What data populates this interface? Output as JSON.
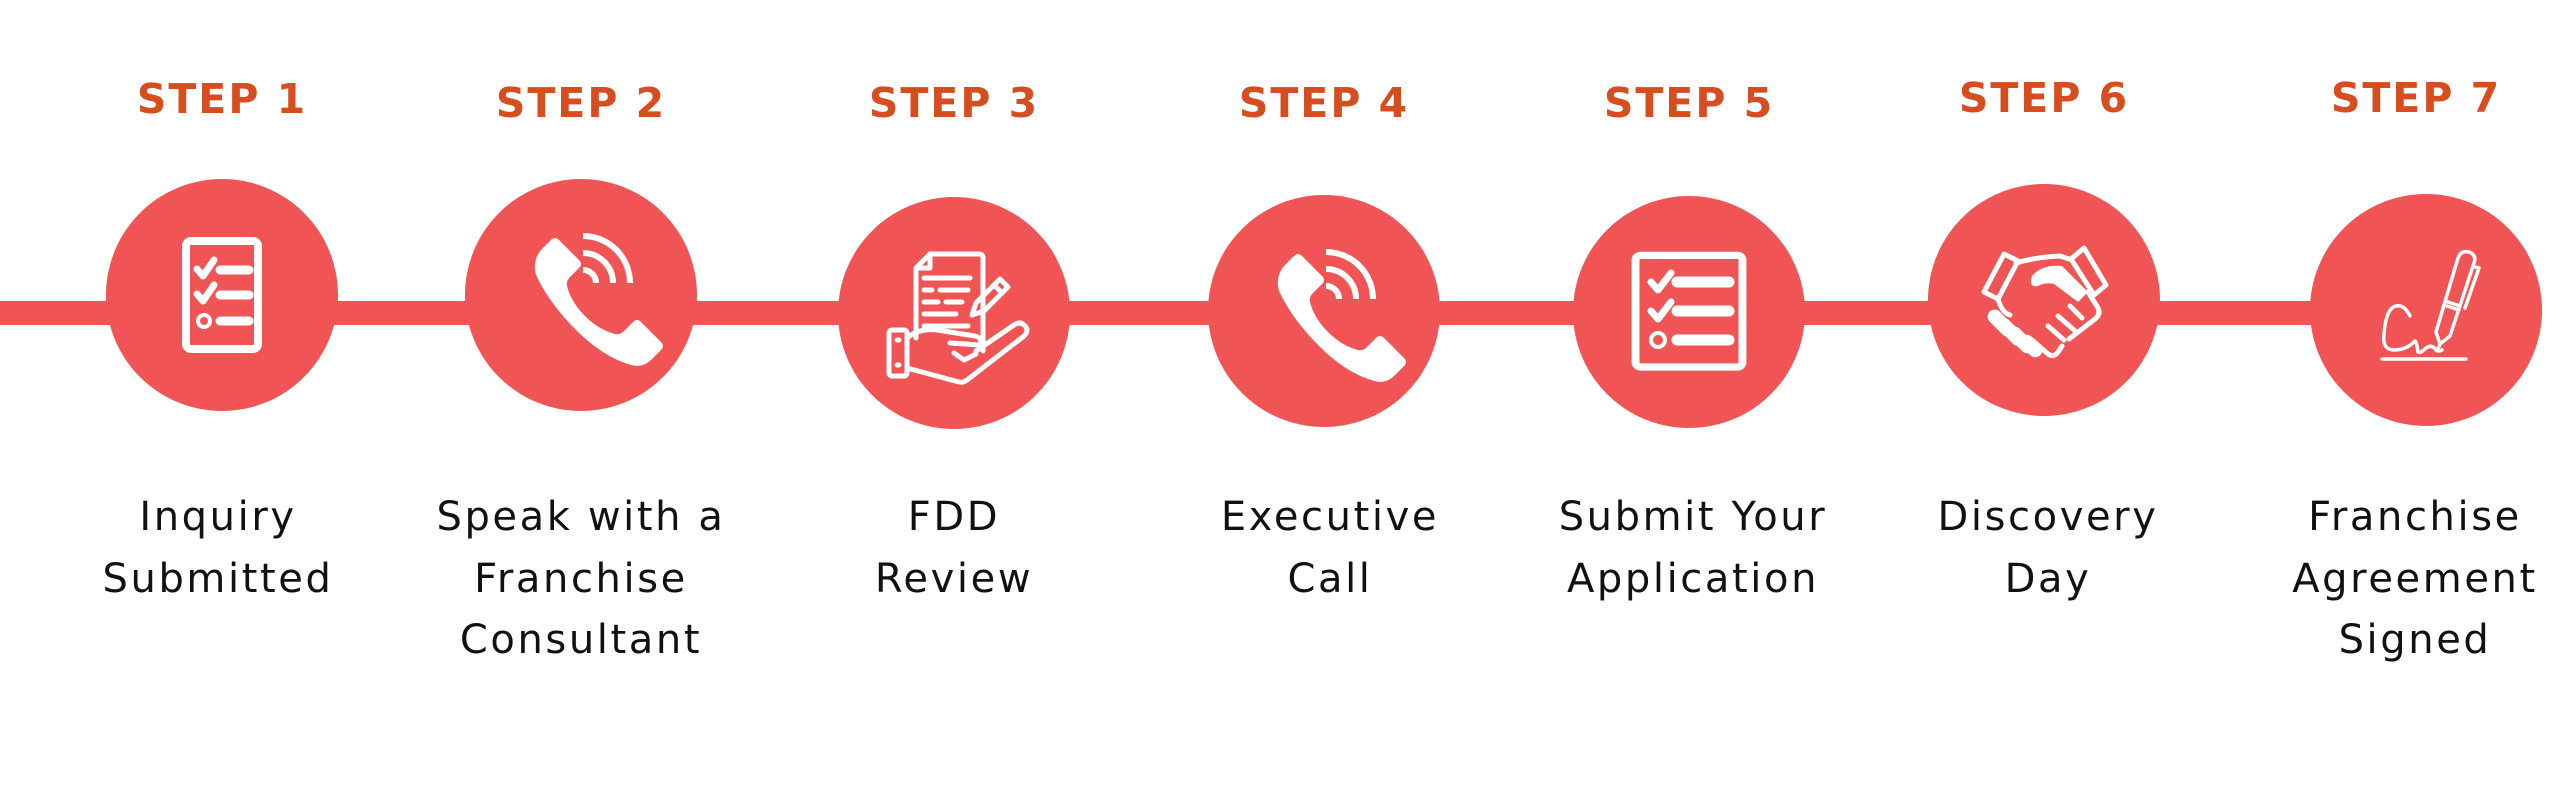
{
  "colors": {
    "accent": "#f05454",
    "step_title": "#d64d1f",
    "label_text": "#111111",
    "icon": "#ffffff",
    "background": "#ffffff"
  },
  "steps": [
    {
      "title": "STEP 1",
      "icon": "checklist-icon",
      "label_lines": [
        "Inquiry",
        "Submitted"
      ]
    },
    {
      "title": "STEP 2",
      "icon": "phone-call-icon",
      "label_lines": [
        "Speak with a",
        "Franchise",
        "Consultant"
      ]
    },
    {
      "title": "STEP 3",
      "icon": "document-in-hand-icon",
      "label_lines": [
        "FDD",
        "Review"
      ]
    },
    {
      "title": "STEP 4",
      "icon": "phone-call-icon",
      "label_lines": [
        "Executive",
        "Call"
      ]
    },
    {
      "title": "STEP 5",
      "icon": "checklist-icon",
      "label_lines": [
        "Submit Your",
        "Application"
      ]
    },
    {
      "title": "STEP 6",
      "icon": "handshake-icon",
      "label_lines": [
        "Discovery",
        "Day"
      ]
    },
    {
      "title": "STEP 7",
      "icon": "signature-pen-icon",
      "label_lines": [
        "Franchise",
        "Agreement",
        "Signed"
      ]
    }
  ]
}
